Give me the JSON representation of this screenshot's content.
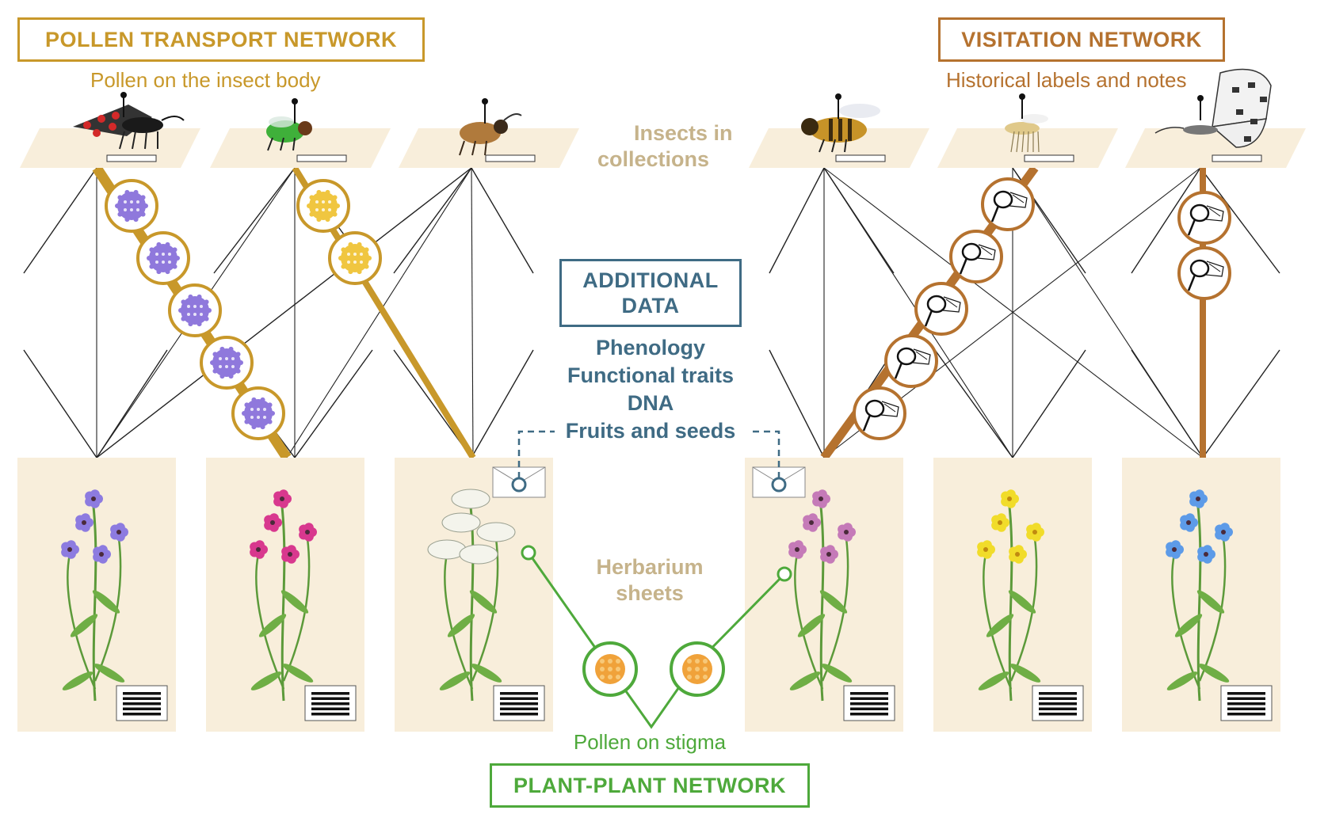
{
  "colors": {
    "pollen": "#c8982a",
    "visitation": "#b5722f",
    "plantplant": "#4ea93b",
    "additional": "#3f6b84",
    "muted": "#c6b38b",
    "panel": "#f8eedb"
  },
  "pollen_network": {
    "title": "POLLEN TRANSPORT NETWORK",
    "subtitle": "Pollen on the  insect body"
  },
  "visitation_network": {
    "title": "VISITATION NETWORK",
    "subtitle": "Historical labels and notes"
  },
  "insects_label": [
    "Insects in",
    "collections"
  ],
  "additional": {
    "title": [
      "ADDITIONAL",
      "DATA"
    ],
    "items": [
      "Phenology",
      "Functional traits",
      "DNA",
      "Fruits and seeds"
    ]
  },
  "herbarium_label": [
    "Herbarium",
    "sheets"
  ],
  "plant_plant": {
    "caption": "Pollen on stigma",
    "title": "PLANT-PLANT NETWORK"
  },
  "insects": [
    {
      "name": "burnet-moth-icon"
    },
    {
      "name": "green-fly-icon"
    },
    {
      "name": "wild-bee-icon"
    },
    {
      "name": "honeybee-icon"
    },
    {
      "name": "crane-fly-icon"
    },
    {
      "name": "butterfly-icon"
    }
  ],
  "plants": [
    {
      "name": "bellflower-icon",
      "flower": "#8d7be0"
    },
    {
      "name": "carnation-icon",
      "flower": "#d8388e"
    },
    {
      "name": "wild-carrot-icon",
      "flower": "#f4f4ec"
    },
    {
      "name": "thyme-icon",
      "flower": "#c57ab8"
    },
    {
      "name": "st-johns-wort-icon",
      "flower": "#f1dc2a"
    },
    {
      "name": "chicory-icon",
      "flower": "#5d9be8"
    }
  ]
}
